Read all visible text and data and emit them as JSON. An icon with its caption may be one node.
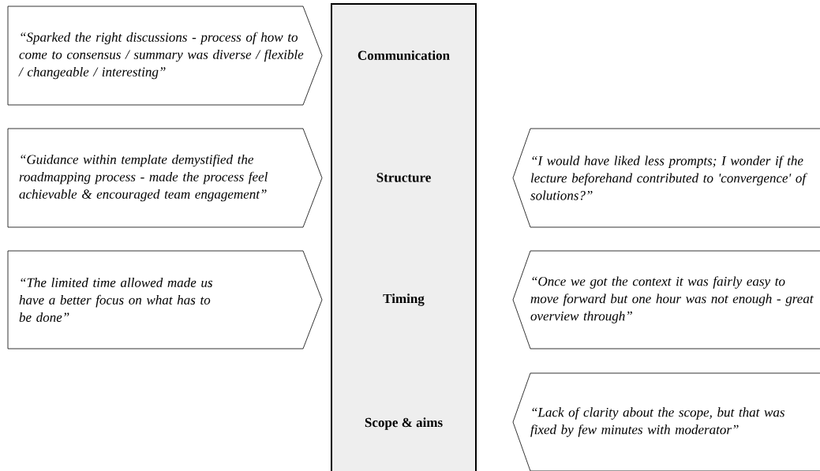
{
  "diagram": {
    "nodes": [
      {
        "text": [
          "Communication",
          "Structure",
          "Timing",
          "Scope & aims"
        ]
      },
      {
        "text": [
          "“Sparked the right discussions - process of how to come to consensus / summary was diverse / flexible / changeable / interesting”"
        ]
      },
      {
        "text": [
          "“Guidance within template demystified the roadmapping process - made the process feel achievable & encouraged team engagement”"
        ]
      },
      {
        "text": [
          "“I would have liked less prompts; I wonder if the lecture beforehand contributed to 'convergence' of solutions?”"
        ]
      },
      {
        "text": [
          "“The limited time allowed made us have a better focus on what has to be done”"
        ]
      },
      {
        "text": [
          "“Once we got the context it was fairly easy to move forward but one hour was not enough - great overview through”"
        ]
      },
      {
        "text": [
          "“Lack of clarity about the scope, but that was fixed by few minutes with moderator”"
        ]
      }
    ]
  }
}
